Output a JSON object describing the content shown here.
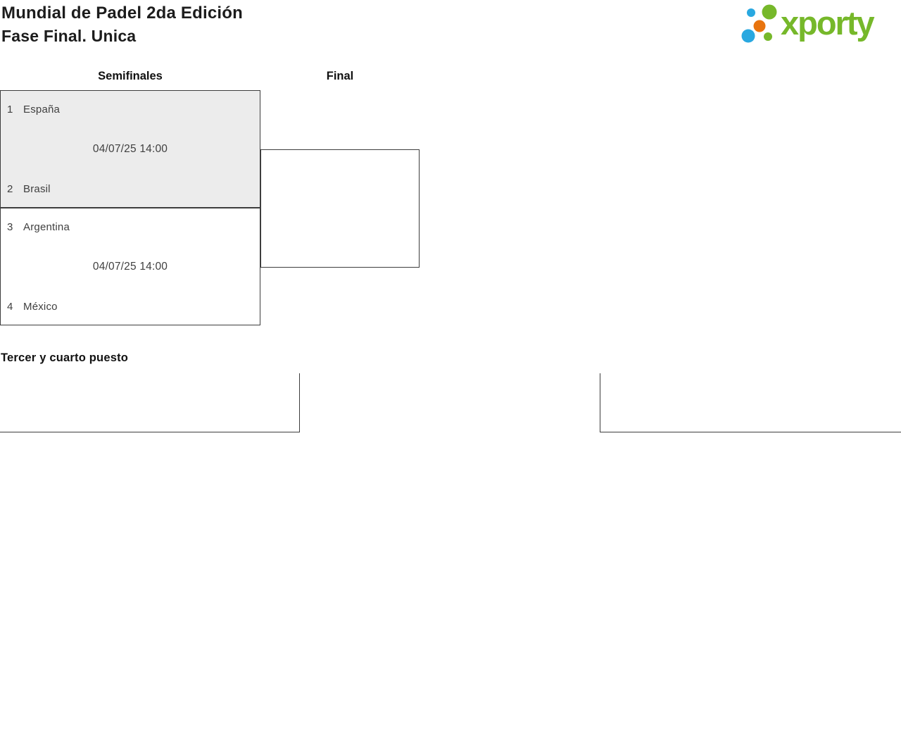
{
  "header": {
    "title_line1": "Mundial de Padel 2da Edición",
    "title_line2": "Fase Final. Unica"
  },
  "logo": {
    "text": "xporty"
  },
  "rounds": [
    {
      "label": "Semifinales"
    },
    {
      "label": "Final"
    }
  ],
  "matches": [
    {
      "datetime": "04/07/25 14:00",
      "participants": [
        {
          "seed": "1",
          "name": "España"
        },
        {
          "seed": "2",
          "name": "Brasil"
        }
      ]
    },
    {
      "datetime": "04/07/25 14:00",
      "participants": [
        {
          "seed": "3",
          "name": "Argentina"
        },
        {
          "seed": "4",
          "name": "México"
        }
      ]
    }
  ],
  "third_place": {
    "heading": "Tercer y cuarto puesto"
  },
  "colors": {
    "logo_green": "#76b82a",
    "logo_blue": "#29a8e0",
    "logo_orange": "#e8740e",
    "match_highlight_bg": "#ececec",
    "border": "#3d3d3d",
    "text": "#3f3f3f"
  }
}
